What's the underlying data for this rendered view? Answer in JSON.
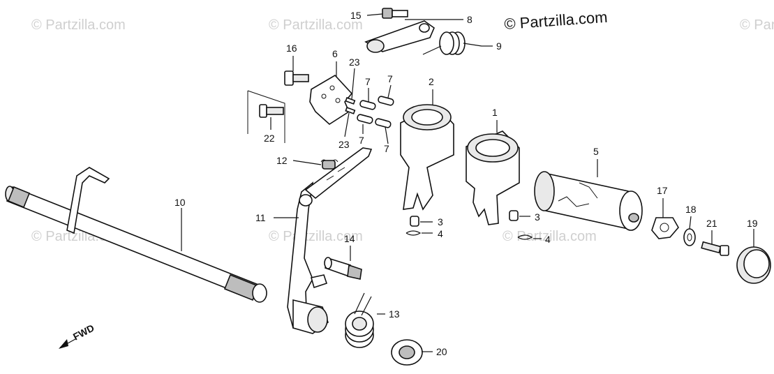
{
  "copyright": "© Partzilla.com",
  "watermark": "© Partzilla.com",
  "direction_label": "FWD",
  "callouts": {
    "c1": "1",
    "c2": "2",
    "c3a": "3",
    "c3b": "3",
    "c4a": "4",
    "c4b": "4",
    "c5": "5",
    "c6": "6",
    "c7a": "7",
    "c7b": "7",
    "c7c": "7",
    "c7d": "7",
    "c8": "8",
    "c9": "9",
    "c10": "10",
    "c11": "11",
    "c12": "12",
    "c13": "13",
    "c14": "14",
    "c15": "15",
    "c16": "16",
    "c17": "17",
    "c18": "18",
    "c19": "19",
    "c20": "20",
    "c21": "21",
    "c22": "22",
    "c23a": "23",
    "c23b": "23"
  }
}
